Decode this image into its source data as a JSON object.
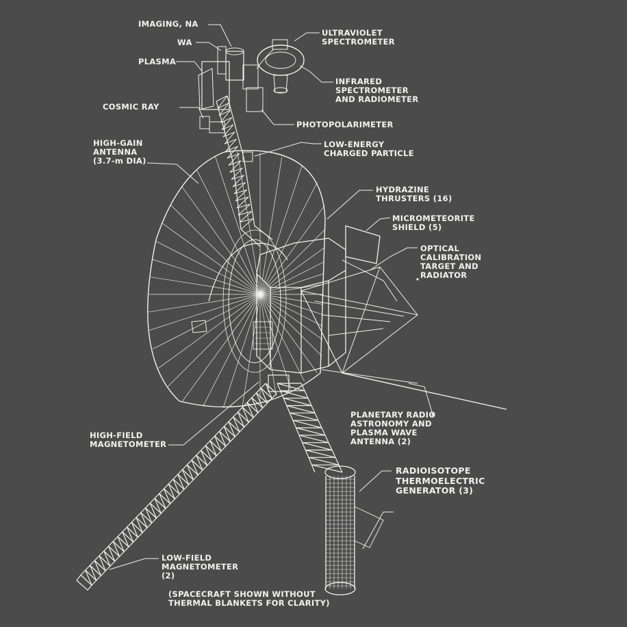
{
  "labels": {
    "imaging": "IMAGING, NA",
    "wa": "WA",
    "plasma": "PLASMA",
    "cosmic_ray": "COSMIC RAY",
    "hga": [
      "HIGH-GAIN",
      "ANTENNA",
      "(3.7-m DIA)"
    ],
    "uvs": [
      "ULTRAVIOLET",
      "SPECTROMETER"
    ],
    "iris": [
      "INFRARED",
      "SPECTROMETER",
      "AND RADIOMETER"
    ],
    "ppol": "PHOTOPOLARIMETER",
    "lecp": [
      "LOW-ENERGY",
      "CHARGED PARTICLE"
    ],
    "thrusters": [
      "HYDRAZINE",
      "THRUSTERS (16)"
    ],
    "micro": [
      "MICROMETEORITE",
      "SHIELD (5)"
    ],
    "optical": [
      "OPTICAL",
      "CALIBRATION",
      "TARGET AND",
      "RADIATOR"
    ],
    "pra": [
      "PLANETARY RADIO",
      "ASTRONOMY AND",
      "PLASMA WAVE",
      "ANTENNA (2)"
    ],
    "hfm": [
      "HIGH-FIELD",
      "MAGNETOMETER"
    ],
    "rtg": [
      "RADIOISOTOPE",
      "THERMOELECTRIC",
      "GENERATOR (3)"
    ],
    "lfm": [
      "LOW-FIELD",
      "MAGNETOMETER",
      "(2)"
    ],
    "note": [
      "(SPACECRAFT SHOWN WITHOUT",
      "THERMAL BLANKETS FOR CLARITY)"
    ]
  },
  "colors": {
    "background": "#4a4b4a",
    "ink": "#f2f2ee"
  }
}
